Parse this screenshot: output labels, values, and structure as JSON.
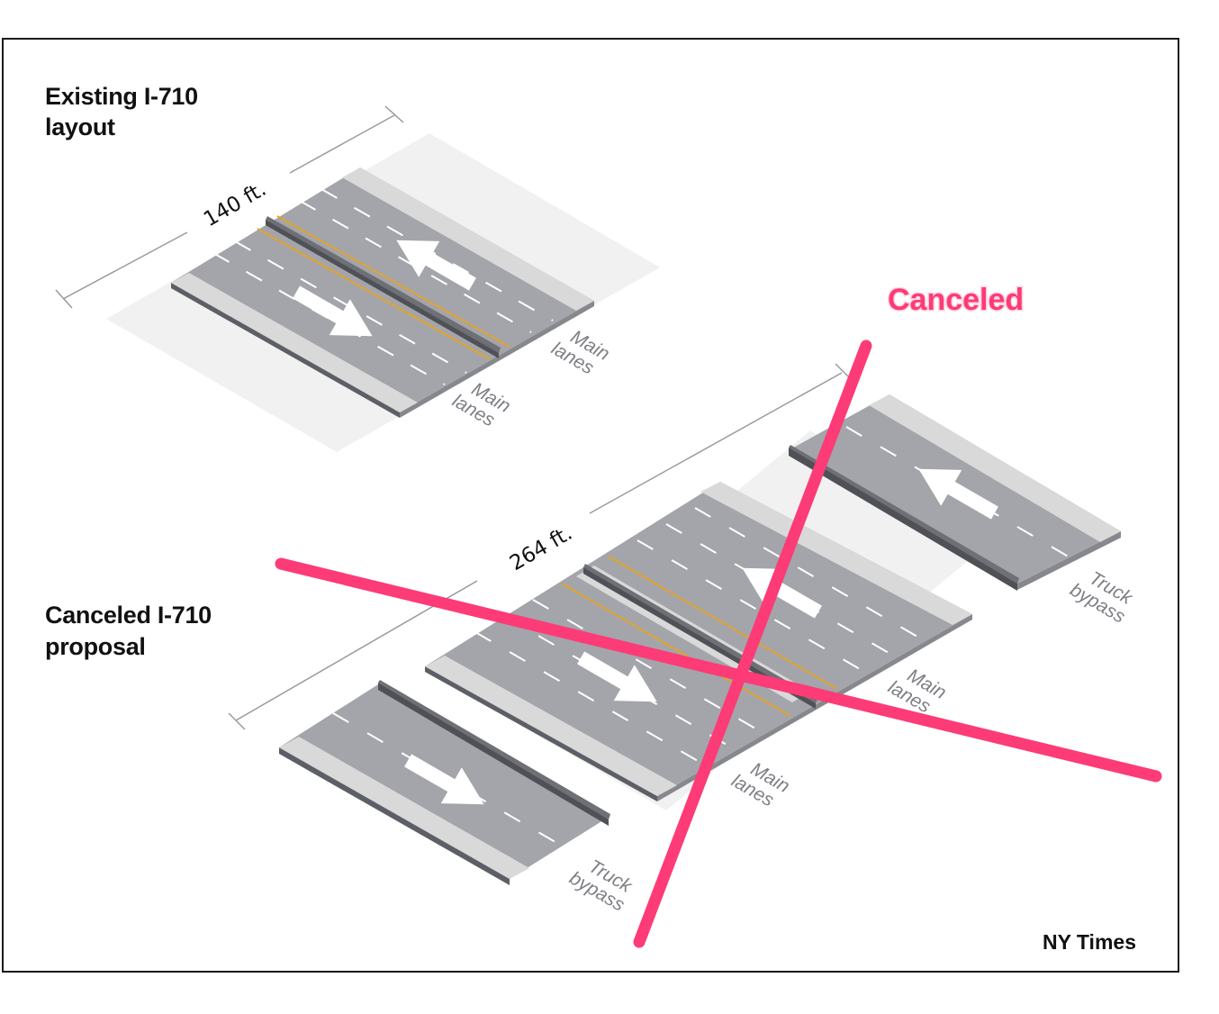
{
  "existing": {
    "title_line1": "Existing I-710",
    "title_line2": "layout",
    "width_label": "140 ft.",
    "label_upper_line1": "Main",
    "label_upper_line2": "lanes",
    "label_lower_line1": "Main",
    "label_lower_line2": "lanes"
  },
  "proposal": {
    "title_line1": "Canceled I-710",
    "title_line2": "proposal",
    "width_label": "264 ft.",
    "label_truck_right_line1": "Truck",
    "label_truck_right_line2": "bypass",
    "label_main_upper_line1": "Main",
    "label_main_upper_line2": "lanes",
    "label_main_lower_line1": "Main",
    "label_main_lower_line2": "lanes",
    "label_truck_left_line1": "Truck",
    "label_truck_left_line2": "bypass"
  },
  "stamp": {
    "text": "Canceled"
  },
  "credit": {
    "text": "NY Times"
  },
  "colors": {
    "asphalt": "#a3a5ab",
    "shoulder": "#d9d9d9",
    "ground": "#f1f1f1",
    "side_edge": "#5d5f66",
    "barrier": "#7b7d83",
    "yellow_line": "#e2a32b",
    "cancel_x": "#fd3b76"
  }
}
